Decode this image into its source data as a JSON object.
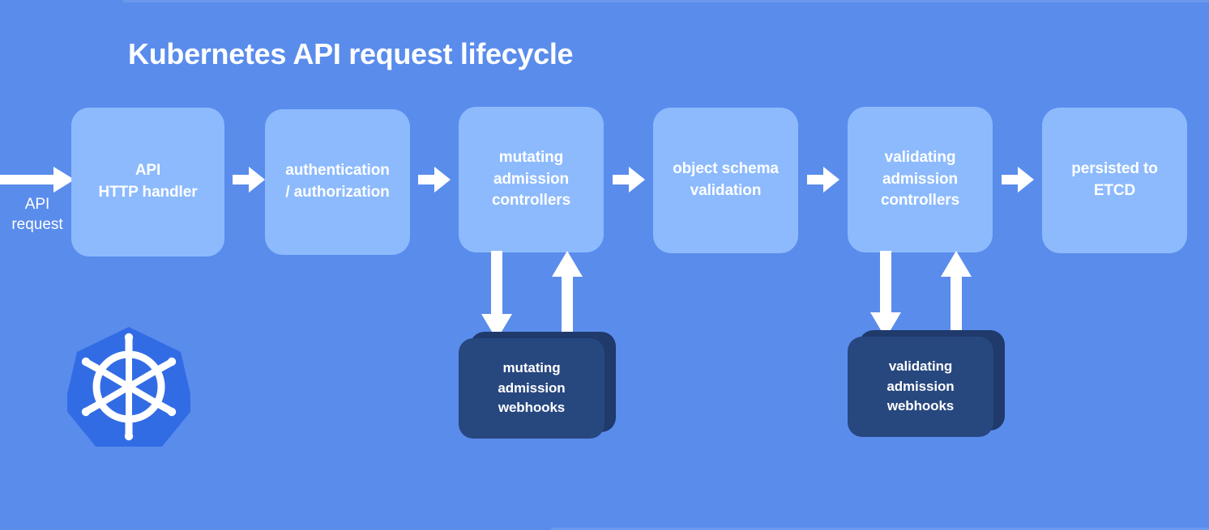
{
  "diagram": {
    "title": "Kubernetes API request lifecycle",
    "background_color": "#5a8cec",
    "stage_box_color": "#8cbafd",
    "webhook_box_color": "#27477f",
    "webhook_box_shadow_color": "#1f3a6b",
    "arrow_color": "#ffffff",
    "text_color": "#ffffff",
    "logo_color": "#326ce5",
    "entry_label": "API\nrequest",
    "stages": [
      {
        "id": "api-http-handler",
        "label": "API\nHTTP handler"
      },
      {
        "id": "authentication-authorization",
        "label": "authentication\n/ authorization"
      },
      {
        "id": "mutating-admission-controllers",
        "label": "mutating\nadmission\ncontrollers"
      },
      {
        "id": "object-schema-validation",
        "label": "object schema\nvalidation"
      },
      {
        "id": "validating-admission-controllers",
        "label": "validating\nadmission\ncontrollers"
      },
      {
        "id": "persisted-to-etcd",
        "label": "persisted to\nETCD"
      }
    ],
    "webhooks": [
      {
        "id": "mutating-admission-webhooks",
        "label": "mutating\nadmission\nwebhooks"
      },
      {
        "id": "validating-admission-webhooks",
        "label": "validating\nadmission\nwebhooks"
      }
    ],
    "logo": {
      "name": "kubernetes-logo",
      "alt": "Kubernetes helm wheel logo"
    }
  }
}
